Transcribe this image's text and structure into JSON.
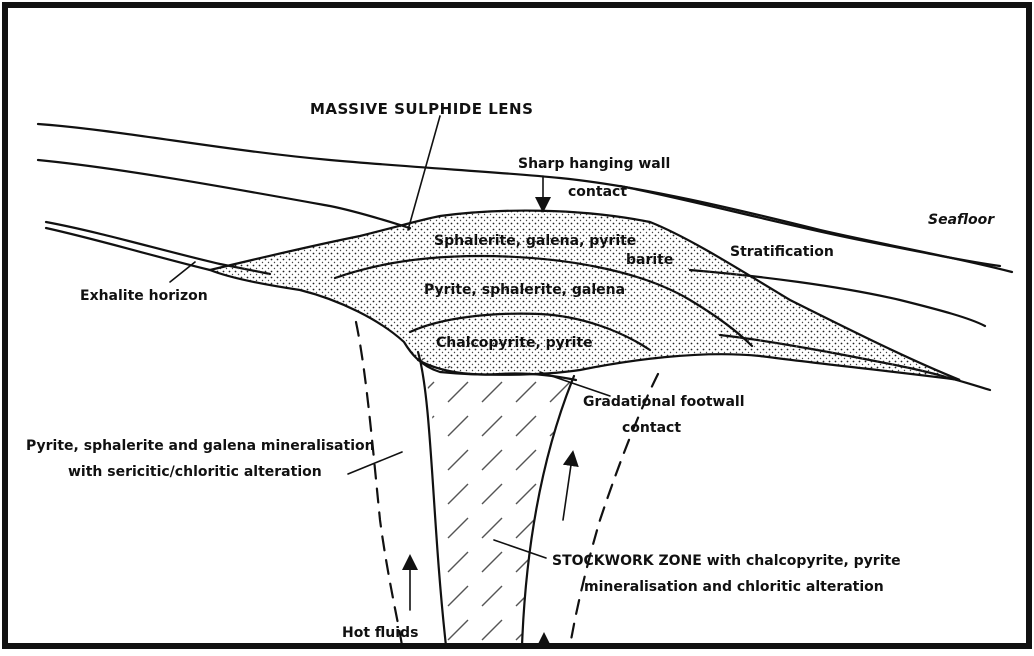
{
  "labels": {
    "massive_sulphide_lens": "MASSIVE SULPHIDE LENS",
    "sharp_hanging_wall_1": "Sharp hanging wall",
    "sharp_hanging_wall_2": "contact",
    "seafloor": "Seafloor",
    "stratification": "Stratification",
    "sphalerite_galena_pyrite": "Sphalerite, galena, pyrite",
    "barite": "barite",
    "pyrite_sphalerite_galena": "Pyrite, sphalerite, galena",
    "chalcopyrite_pyrite": "Chalcopyrite, pyrite",
    "exhalite_horizon": "Exhalite horizon",
    "gradational_footwall_1": "Gradational footwall",
    "gradational_footwall_2": "contact",
    "mineralisation_1": "Pyrite, sphalerite and galena mineralisation",
    "mineralisation_2": "with sericitic/chloritic alteration",
    "stockwork_1": "STOCKWORK ZONE with chalcopyrite, pyrite",
    "stockwork_2": "mineralisation and chloritic alteration",
    "hot_fluids": "Hot fluids"
  }
}
